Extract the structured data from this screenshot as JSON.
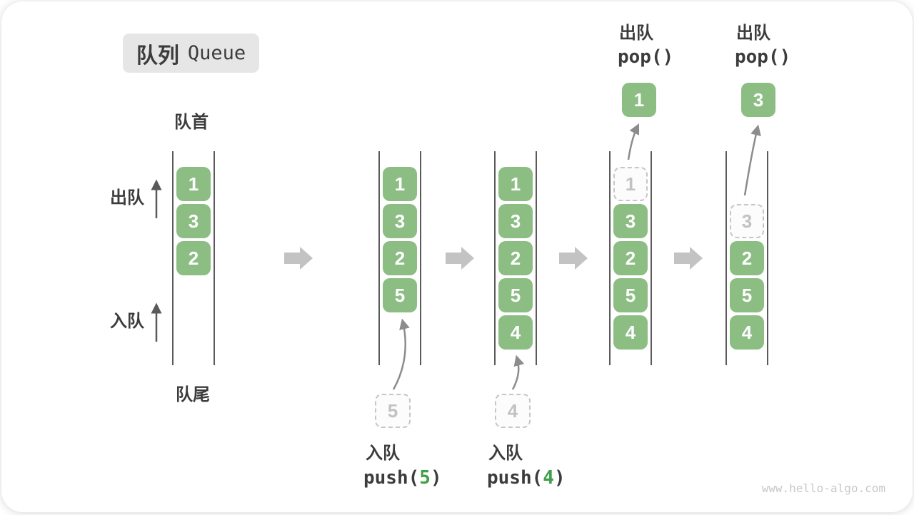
{
  "title": {
    "zh": "队列",
    "en": "Queue"
  },
  "labels": {
    "front": "队首",
    "rear": "队尾",
    "dequeue_side": "出队",
    "enqueue_side": "入队"
  },
  "watermark": "www.hello-algo.com",
  "colors": {
    "box_green": "#8CBE84",
    "code_green": "#3FA047",
    "title_bg": "#E6E6E6",
    "ink": "#3C3C3C",
    "line": "#5A5A5A",
    "dashed_border": "#C6C6C6",
    "dashed_text": "#C2C2C2",
    "block_arrow": "#C3C3C3",
    "curve_arrow": "#8C8C8C"
  },
  "queues": [
    {
      "cells": [
        {
          "v": "1",
          "style": "solid"
        },
        {
          "v": "3",
          "style": "solid"
        },
        {
          "v": "2",
          "style": "solid"
        }
      ]
    },
    {
      "cells": [
        {
          "v": "1",
          "style": "solid"
        },
        {
          "v": "3",
          "style": "solid"
        },
        {
          "v": "2",
          "style": "solid"
        },
        {
          "v": "5",
          "style": "solid"
        }
      ],
      "pending": {
        "v": "5"
      },
      "caption": {
        "action": "入队",
        "code_pre": "push(",
        "code_arg": "5",
        "code_post": ")"
      }
    },
    {
      "cells": [
        {
          "v": "1",
          "style": "solid"
        },
        {
          "v": "3",
          "style": "solid"
        },
        {
          "v": "2",
          "style": "solid"
        },
        {
          "v": "5",
          "style": "solid"
        },
        {
          "v": "4",
          "style": "solid"
        }
      ],
      "pending": {
        "v": "4"
      },
      "caption": {
        "action": "入队",
        "code_pre": "push(",
        "code_arg": "4",
        "code_post": ")"
      }
    },
    {
      "cells": [
        {
          "v": "1",
          "style": "dashed"
        },
        {
          "v": "3",
          "style": "solid"
        },
        {
          "v": "2",
          "style": "solid"
        },
        {
          "v": "5",
          "style": "solid"
        },
        {
          "v": "4",
          "style": "solid"
        }
      ],
      "popped": {
        "v": "1"
      },
      "top_caption": {
        "action": "出队",
        "code": "pop()"
      }
    },
    {
      "cells": [
        {
          "v": "",
          "style": "empty"
        },
        {
          "v": "3",
          "style": "dashed"
        },
        {
          "v": "2",
          "style": "solid"
        },
        {
          "v": "5",
          "style": "solid"
        },
        {
          "v": "4",
          "style": "solid"
        }
      ],
      "popped": {
        "v": "3"
      },
      "top_caption": {
        "action": "出队",
        "code": "pop()"
      }
    }
  ]
}
